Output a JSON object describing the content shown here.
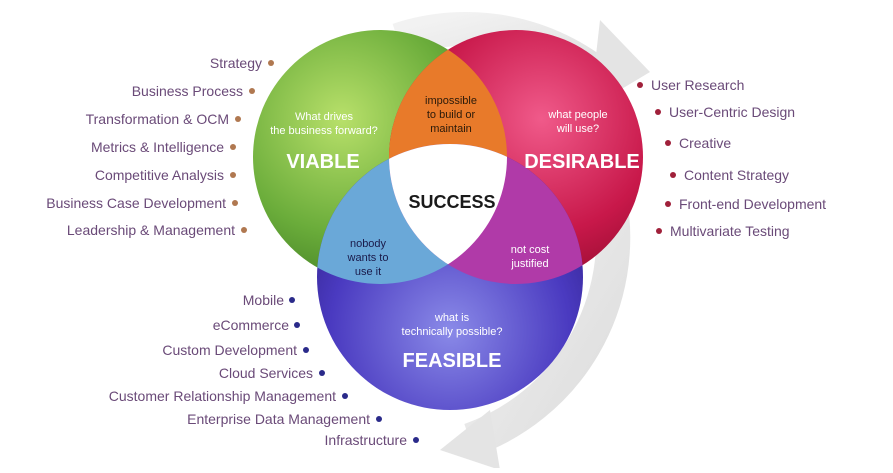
{
  "venn": {
    "center": "SUCCESS",
    "viable": {
      "title": "VIABLE",
      "question": [
        "What drives",
        "the business forward?"
      ]
    },
    "desirable": {
      "title": "DESIRABLE",
      "question": [
        "what people",
        "will use?"
      ]
    },
    "feasible": {
      "title": "FEASIBLE",
      "question": [
        "what is",
        "technically possible?"
      ]
    },
    "overlap_top": [
      "impossible",
      "to build or",
      "maintain"
    ],
    "overlap_left": [
      "nobody",
      "wants to",
      "use it"
    ],
    "overlap_right": [
      "not cost",
      "justified"
    ]
  },
  "lists": {
    "viable_items": [
      "Strategy",
      "Business Process",
      "Transformation & OCM",
      "Metrics & Intelligence",
      "Competitive Analysis",
      "Business Case Development",
      "Leadership & Management"
    ],
    "desirable_items": [
      "User Research",
      "User-Centric Design",
      "Creative",
      "Content Strategy",
      "Front-end Development",
      "Multivariate Testing"
    ],
    "feasible_items": [
      "Mobile",
      "eCommerce",
      "Custom Development",
      "Cloud Services",
      "Customer Relationship Management",
      "Enterprise Data Management",
      "Infrastructure"
    ]
  },
  "colors": {
    "viable_dot": "#b07850",
    "desirable_dot": "#a0203a",
    "feasible_dot": "#2a2a8a",
    "label_text": "#6a4a78"
  }
}
